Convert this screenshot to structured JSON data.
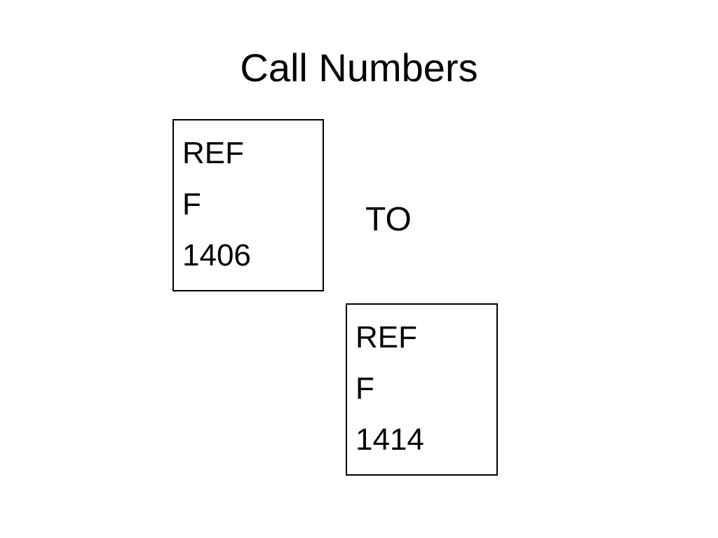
{
  "slide": {
    "title": "Call Numbers",
    "connector": "TO"
  },
  "call_numbers": {
    "start": {
      "collection": "REF",
      "class_letter": "F",
      "number": "1406"
    },
    "end": {
      "collection": "REF",
      "class_letter": "F",
      "number": "1414"
    }
  }
}
